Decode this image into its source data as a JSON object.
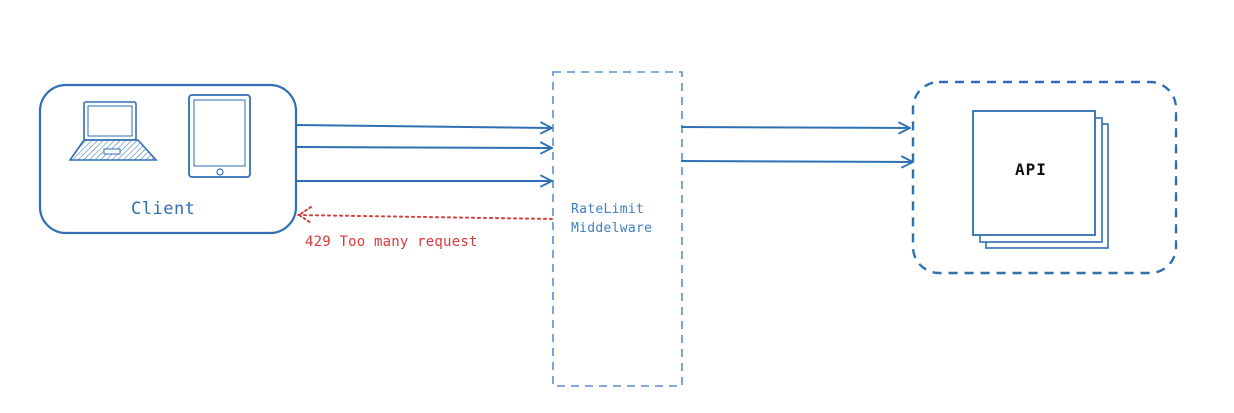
{
  "diagram": {
    "nodes": {
      "client": {
        "label": "Client",
        "icons": [
          "laptop-icon",
          "tablet-icon"
        ]
      },
      "middleware": {
        "line1": "RateLimit",
        "line2": "Middelware"
      },
      "api": {
        "label": "API"
      }
    },
    "edges": {
      "client_to_middleware_count": 3,
      "middleware_to_api_count": 2,
      "rejection": {
        "label": "429 Too many request",
        "style": "dotted"
      }
    },
    "colors": {
      "primary": "#2f6fb3",
      "middleware_text": "#3d7fc4",
      "error": "#d93a3a",
      "api_text": "#111111"
    }
  }
}
